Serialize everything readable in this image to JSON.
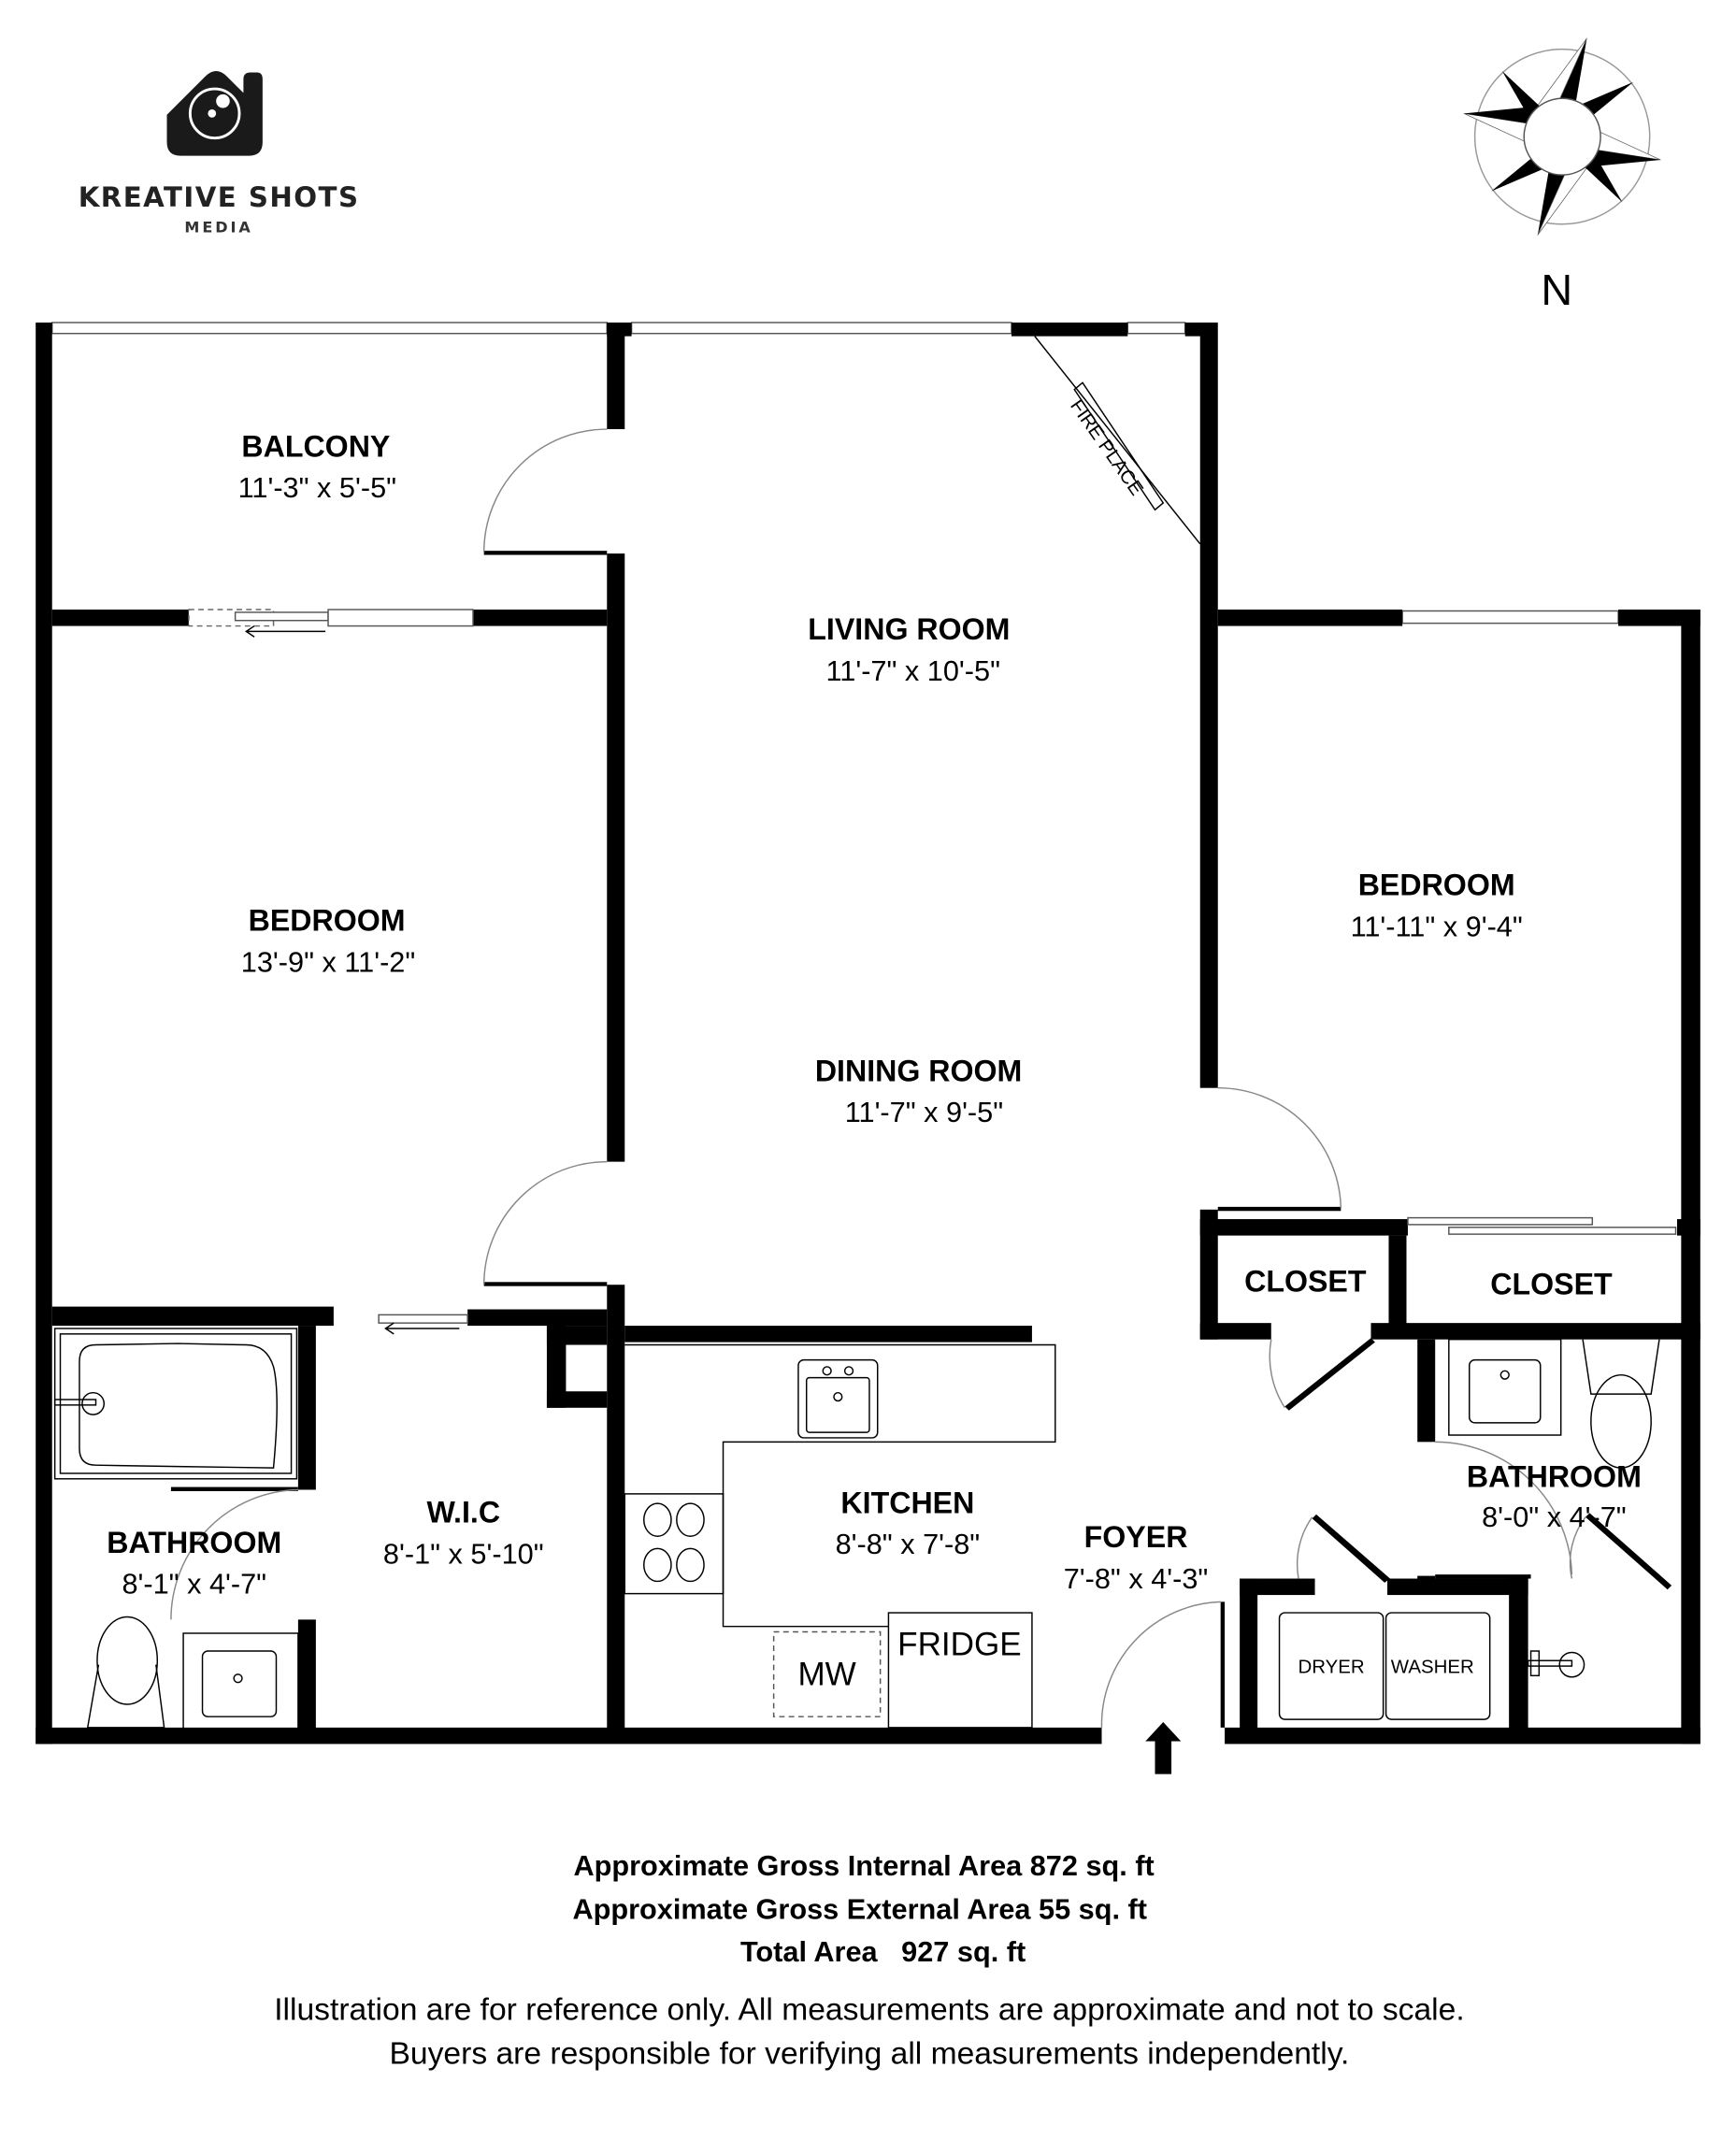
{
  "brand": {
    "name": "KREATIVE SHOTS",
    "sub": "MEDIA",
    "logo_icon": "house-camera-icon"
  },
  "compass": {
    "label": "N",
    "icon": "compass-rose-icon"
  },
  "rooms": {
    "balcony": {
      "name": "BALCONY",
      "dims": "11'-3\" x 5'-5\""
    },
    "living": {
      "name": "LIVING ROOM",
      "dims": "11'-7\" x 10'-5\""
    },
    "dining": {
      "name": "DINING ROOM",
      "dims": "11'-7\" x 9'-5\""
    },
    "bedroom_left": {
      "name": "BEDROOM",
      "dims": "13'-9\" x 11'-2\""
    },
    "bedroom_right": {
      "name": "BEDROOM",
      "dims": "11'-11\" x 9'-4\""
    },
    "closet_1": {
      "name": "CLOSET"
    },
    "closet_2": {
      "name": "CLOSET"
    },
    "kitchen": {
      "name": "KITCHEN",
      "dims": "8'-8\" x 7'-8\""
    },
    "foyer": {
      "name": "FOYER",
      "dims": "7'-8\" x 4'-3\""
    },
    "wic": {
      "name": "W.I.C",
      "dims": "8'-1\" x 5'-10\""
    },
    "bath_left": {
      "name": "BATHROOM",
      "dims": "8'-1\" x 4'-7\""
    },
    "bath_right": {
      "name": "BATHROOM",
      "dims": "8'-0\" x 4'-7\""
    }
  },
  "fixtures": {
    "fireplace": "FIRE PLACE",
    "fridge": "FRIDGE",
    "microwave": "MW",
    "dryer": "DRYER",
    "washer": "WASHER"
  },
  "areas": {
    "internal": "Approximate Gross Internal Area 872 sq. ft",
    "external": "Approximate Gross External Area 55 sq. ft",
    "total": "Total Area   927 sq. ft"
  },
  "disclaimer": {
    "line1": "Illustration are for reference only. All measurements are approximate and not to scale.",
    "line2": "Buyers are responsible for verifying all measurements independently."
  }
}
